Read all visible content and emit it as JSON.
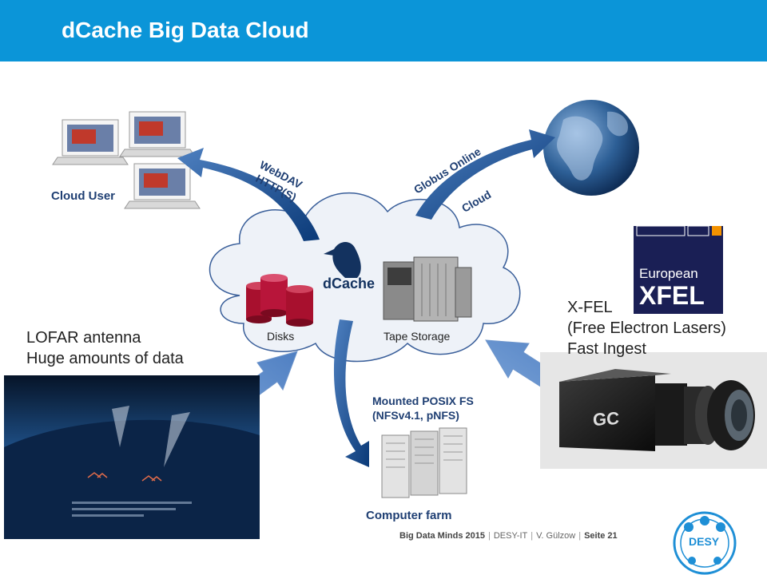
{
  "header": {
    "title": "dCache Big Data Cloud"
  },
  "diagram": {
    "cloud_user_label": "Cloud User",
    "webdav_label": "WebDAV",
    "http_label": "HTTP(S)",
    "globus_label": "Globus Online",
    "cloud_label": "Cloud",
    "dcache_label": "dCache",
    "disks_label": "Disks",
    "tape_label": "Tape Storage",
    "posix_line1": "Mounted POSIX FS",
    "posix_line2": "(NFSv4.1, pNFS)",
    "computer_farm_label": "Computer farm",
    "lofar_line1": "LOFAR antenna",
    "lofar_line2": "Huge amounts of data",
    "xfel_line1": "X-FEL",
    "xfel_line2": "(Free Electron Lasers)",
    "xfel_line3": "Fast Ingest",
    "xfel_logo_top": "European",
    "xfel_logo_bottom": "XFEL",
    "camera_brand": "GC"
  },
  "footer": {
    "event": "Big Data Minds 2015",
    "org": "DESY-IT",
    "author": "V. Gülzow",
    "page": "Seite 21"
  },
  "logo": {
    "text": "DESY"
  },
  "colors": {
    "header": "#0b95d8",
    "arrow_dark": "#0d4a8a",
    "arrow_light": "#5b86c4",
    "disk_red": "#a8102e"
  }
}
